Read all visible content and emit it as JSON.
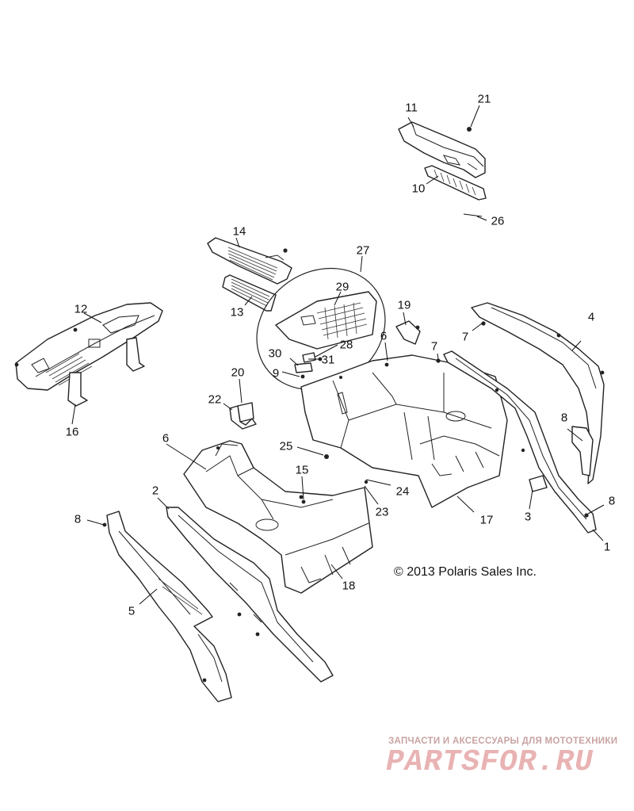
{
  "diagram": {
    "callouts": [
      {
        "id": "c1",
        "text": "1"
      },
      {
        "id": "c2",
        "text": "2"
      },
      {
        "id": "c3",
        "text": "3"
      },
      {
        "id": "c4",
        "text": "4"
      },
      {
        "id": "c5",
        "text": "5"
      },
      {
        "id": "c6a",
        "text": "6"
      },
      {
        "id": "c6b",
        "text": "6"
      },
      {
        "id": "c7a",
        "text": "7"
      },
      {
        "id": "c7b",
        "text": "7"
      },
      {
        "id": "c8a",
        "text": "8"
      },
      {
        "id": "c8b",
        "text": "8"
      },
      {
        "id": "c8c",
        "text": "8"
      },
      {
        "id": "c9",
        "text": "9"
      },
      {
        "id": "c10",
        "text": "10"
      },
      {
        "id": "c11",
        "text": "11"
      },
      {
        "id": "c12",
        "text": "12"
      },
      {
        "id": "c13",
        "text": "13"
      },
      {
        "id": "c14",
        "text": "14"
      },
      {
        "id": "c15",
        "text": "15"
      },
      {
        "id": "c16",
        "text": "16"
      },
      {
        "id": "c17",
        "text": "17"
      },
      {
        "id": "c18",
        "text": "18"
      },
      {
        "id": "c19",
        "text": "19"
      },
      {
        "id": "c20",
        "text": "20"
      },
      {
        "id": "c21",
        "text": "21"
      },
      {
        "id": "c22",
        "text": "22"
      },
      {
        "id": "c23",
        "text": "23"
      },
      {
        "id": "c24",
        "text": "24"
      },
      {
        "id": "c25",
        "text": "25"
      },
      {
        "id": "c26",
        "text": "26"
      },
      {
        "id": "c27",
        "text": "27"
      },
      {
        "id": "c28",
        "text": "28"
      },
      {
        "id": "c29",
        "text": "29"
      },
      {
        "id": "c30",
        "text": "30"
      },
      {
        "id": "c31",
        "text": "31"
      }
    ],
    "copyright": "© 2013 Polaris Sales Inc."
  },
  "watermark": {
    "tagline": "ЗАПЧАСТИ И АКСЕССУАРЫ ДЛЯ МОТОТЕХНИКИ",
    "brand": "PARTSFOR.RU"
  },
  "colors": {
    "line": "#222222",
    "watermark": "#e9b3b3"
  }
}
